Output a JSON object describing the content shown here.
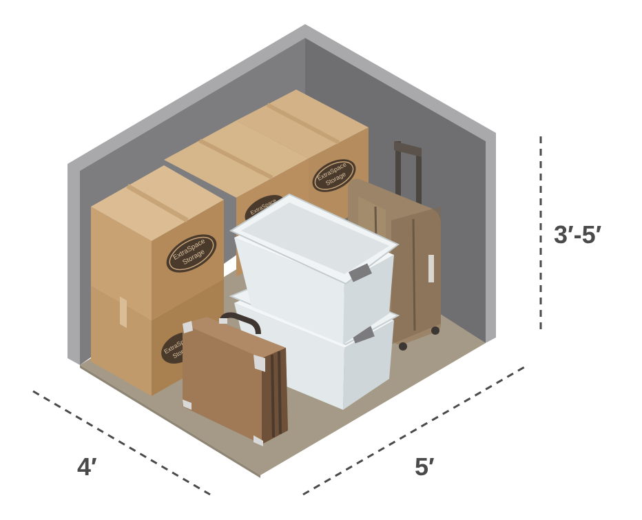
{
  "dimensions": {
    "height": "3′-5′",
    "depth": "4′",
    "width": "5′"
  },
  "box_brand": {
    "line1": "ExtraSpace",
    "line2": "Storage"
  },
  "colors": {
    "wall_back": "#6f6f71",
    "wall_frame": "#a9a9ab",
    "floor": "#a49a87",
    "cardboard": "#c19a6b",
    "tote": "#e9eef0",
    "suitcase": "#9b8467",
    "briefcase": "#8f6a4a",
    "dimension_line": "#4a4a4a"
  }
}
